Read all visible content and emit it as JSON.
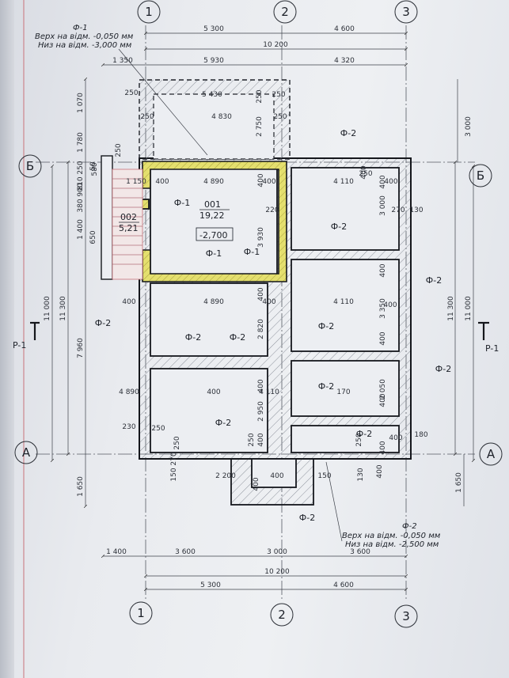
{
  "axes": {
    "top": [
      "1",
      "2",
      "3"
    ],
    "bottom": [
      "1",
      "2",
      "3"
    ],
    "left": [
      "Б",
      "A"
    ],
    "right": [
      "Б",
      "A"
    ]
  },
  "section_marks": [
    "P-1",
    "P-1"
  ],
  "notes": {
    "top_label": "Ф-1",
    "top_line1": "Верх на відм. -0,050 мм",
    "top_line2": "Низ на відм. -3,000 мм",
    "bottom_label": "Ф-2",
    "bottom_line1": "Верх на відм. -0,050 мм",
    "bottom_line2": "Низ на відм. -2,500 мм"
  },
  "rooms": {
    "room1_no": "001",
    "room1_area": "19,22",
    "room2_no": "002",
    "room2_area": "5,21",
    "level": "-2,700"
  },
  "foundation_labels": {
    "f1": [
      "Ф-1",
      "Ф-1",
      "Ф-1"
    ],
    "f2": [
      "Ф-2",
      "Ф-2",
      "Ф-2",
      "Ф-2",
      "Ф-2",
      "Ф-2",
      "Ф-2",
      "Ф-2",
      "Ф-2",
      "Ф-2",
      "Ф-2",
      "Ф-2"
    ]
  },
  "dims": {
    "top_row1": [
      "5 300",
      "4 600"
    ],
    "top_row2": [
      "10 200"
    ],
    "top_row3": [
      "1 350",
      "5 930",
      "4 320"
    ],
    "ext": [
      "250",
      "5 430",
      "250",
      "250",
      "250",
      "4 830",
      "250"
    ],
    "bottom_row1": [
      "1 400",
      "3 600",
      "3 000",
      "3 600"
    ],
    "bottom_row2": [
      "10 200"
    ],
    "bottom_row3": [
      "5 300",
      "4 600"
    ],
    "left_outer": [
      "11 000",
      "11 300",
      "7 960"
    ],
    "left_inner": [
      "1 070",
      "1 780",
      "250",
      "810",
      "900",
      "580",
      "380",
      "1 400",
      "650",
      "1 650"
    ],
    "right_outer": [
      "11 300",
      "11 000",
      "3 000",
      "1 650"
    ],
    "inner_h": [
      "1 150",
      "400",
      "4 890",
      "400",
      "4 110",
      "250",
      "400",
      "400",
      "4 890",
      "400",
      "4 110",
      "400",
      "4 890",
      "400",
      "4 110",
      "170",
      "230",
      "250",
      "250",
      "270",
      "270",
      "400",
      "2 200",
      "400",
      "150",
      "150",
      "130",
      "130",
      "180",
      "220"
    ],
    "inner_v": [
      "2 750",
      "3 930",
      "2 820",
      "2 950",
      "3 000",
      "3 350",
      "2 050",
      "400",
      "400",
      "400",
      "400",
      "400",
      "400",
      "400",
      "400",
      "400",
      "400",
      "250",
      "250",
      "400",
      "400",
      "250",
      "50"
    ]
  }
}
